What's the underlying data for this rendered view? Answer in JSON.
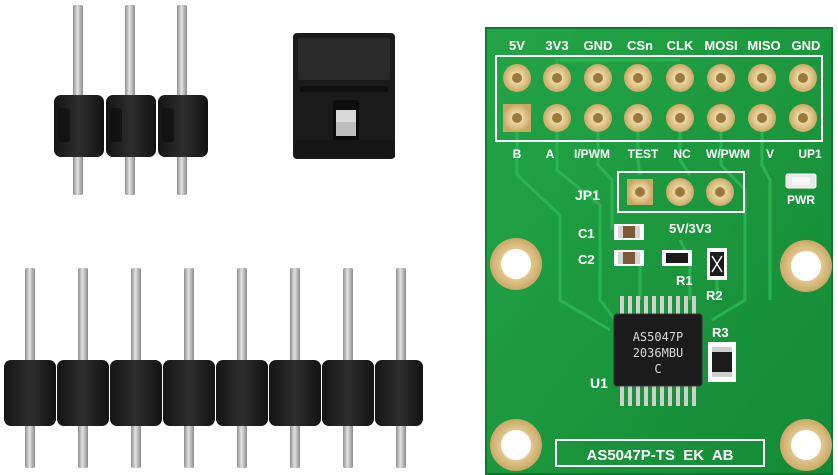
{
  "board": {
    "top_labels": [
      "5V",
      "3V3",
      "GND",
      "CSn",
      "CLK",
      "MOSI",
      "MISO",
      "GND"
    ],
    "bottom_labels": [
      "B",
      "A",
      "I/PWM",
      "TEST",
      "NC",
      "W/PWM",
      "V",
      "UP1"
    ],
    "jp1_label": "JP1",
    "c1_label": "C1",
    "c2_label": "C2",
    "voltage_label": "5V/3V3",
    "r1_label": "R1",
    "r2_label": "R2",
    "r3_label": "R3",
    "u1_label": "U1",
    "pwr_label": "PWR",
    "chip_line1": "AS5047P",
    "chip_line2": "2036MBU",
    "chip_line3": "C",
    "bottom_title": "AS5047P-TS  EK  AB"
  },
  "colors": {
    "pcb_green": "#1c9a3c",
    "pcb_edge": "#16833a",
    "pad_gold": "#d9c089",
    "header_black": "#1e1e1e",
    "pin_metal": "#b9b9b9"
  }
}
